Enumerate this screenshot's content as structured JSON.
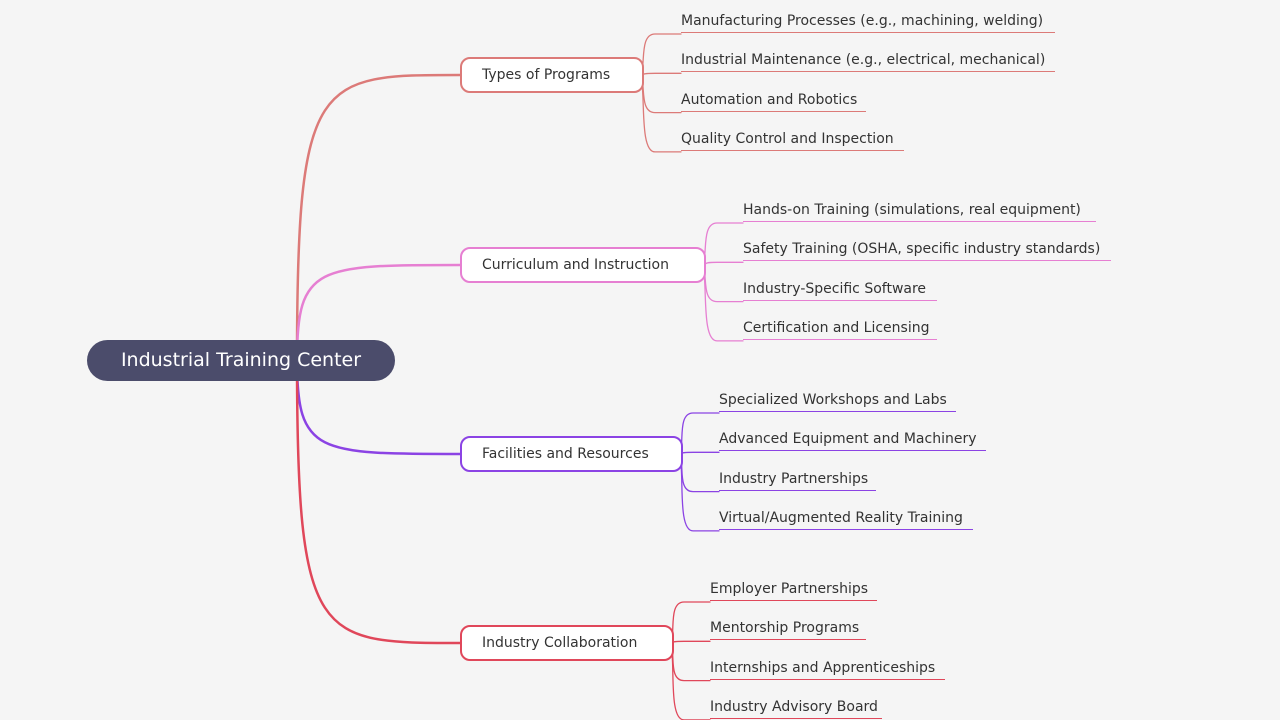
{
  "root": {
    "label": "Industrial Training Center"
  },
  "branches": [
    {
      "label": "Types of Programs",
      "color": "#dc7a78",
      "children": [
        "Manufacturing Processes (e.g., machining, welding)",
        "Industrial Maintenance (e.g., electrical, mechanical)",
        "Automation and Robotics",
        "Quality Control and Inspection"
      ]
    },
    {
      "label": "Curriculum and Instruction",
      "color": "#e67fd2",
      "children": [
        "Hands-on Training (simulations, real equipment)",
        "Safety Training (OSHA, specific industry standards)",
        "Industry-Specific Software",
        "Certification and Licensing"
      ]
    },
    {
      "label": "Facilities and Resources",
      "color": "#8b43e4",
      "children": [
        "Specialized Workshops and Labs",
        "Advanced Equipment and Machinery",
        "Industry Partnerships",
        "Virtual/Augmented Reality Training"
      ]
    },
    {
      "label": "Industry Collaboration",
      "color": "#e0475a",
      "children": [
        "Employer Partnerships",
        "Mentorship Programs",
        "Internships and Apprenticeships",
        "Industry Advisory Board"
      ]
    }
  ]
}
